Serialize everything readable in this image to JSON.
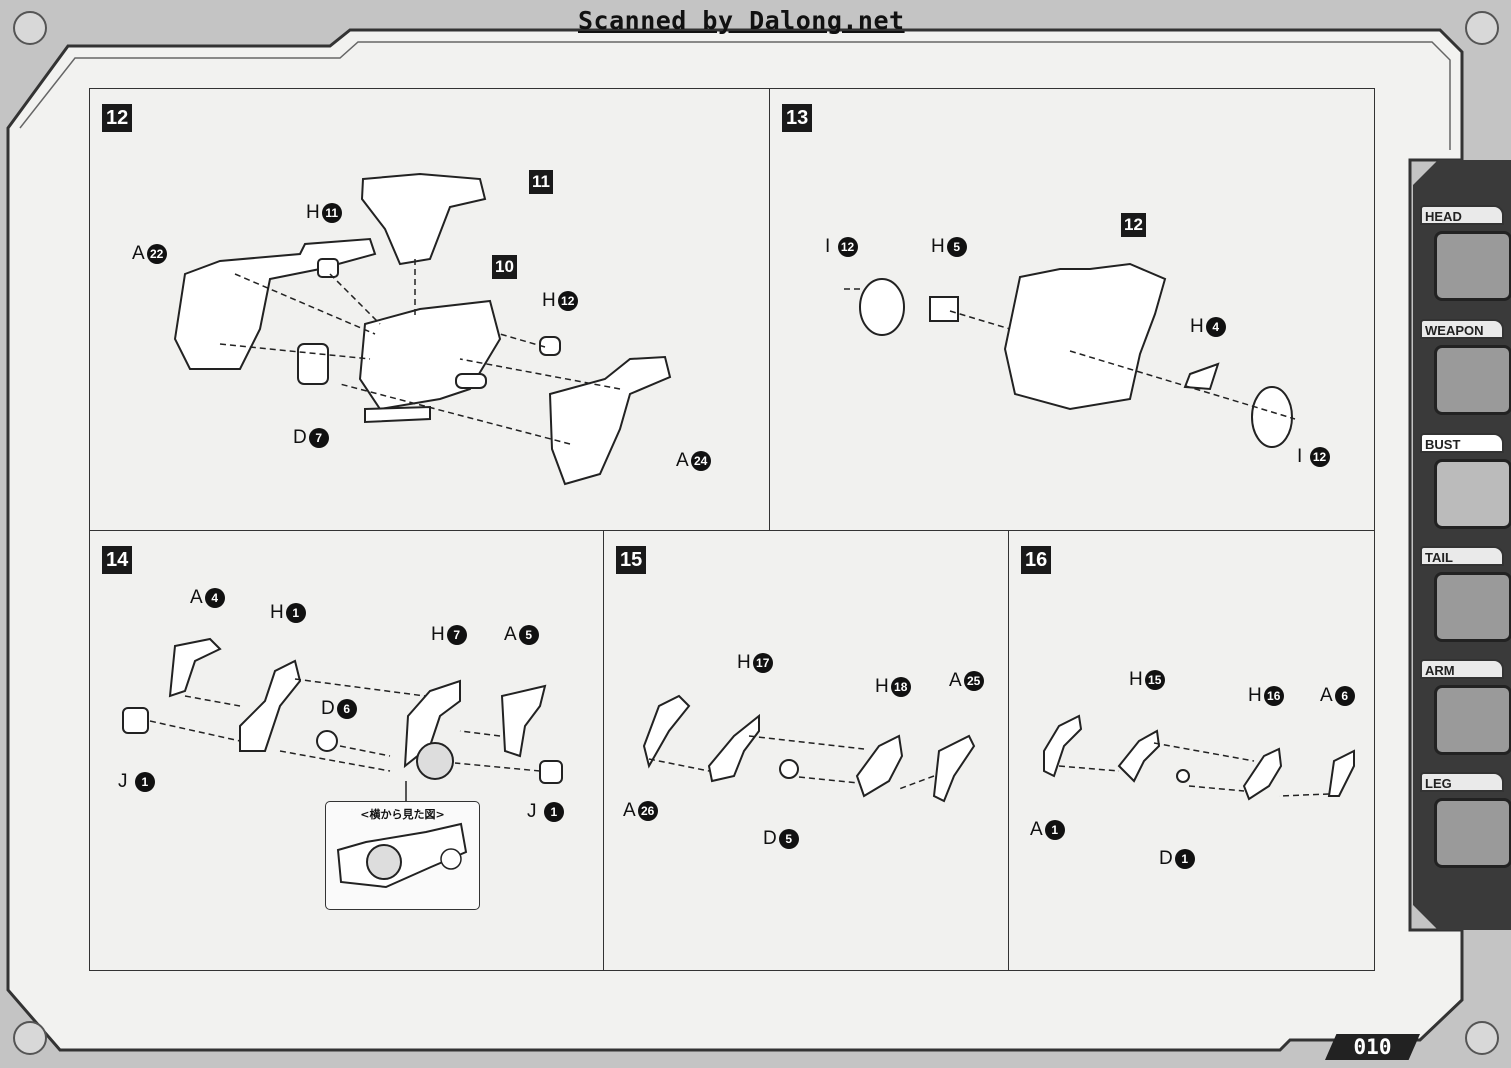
{
  "watermark": "Scanned by Dalong.net",
  "page_number": "010",
  "steps": [
    {
      "number": "12",
      "labels": [
        {
          "letter": "A",
          "num": "22"
        },
        {
          "letter": "H",
          "num": "11"
        },
        {
          "letter": "H",
          "num": "12"
        },
        {
          "letter": "D",
          "num": "7"
        },
        {
          "letter": "A",
          "num": "24"
        }
      ],
      "subassemblies": [
        "11",
        "10"
      ]
    },
    {
      "number": "13",
      "labels": [
        {
          "letter": "I",
          "num": "12"
        },
        {
          "letter": "H",
          "num": "5"
        },
        {
          "letter": "H",
          "num": "4"
        },
        {
          "letter": "I",
          "num": "12"
        }
      ],
      "subassemblies": [
        "12"
      ]
    },
    {
      "number": "14",
      "labels": [
        {
          "letter": "A",
          "num": "4"
        },
        {
          "letter": "H",
          "num": "1"
        },
        {
          "letter": "H",
          "num": "7"
        },
        {
          "letter": "A",
          "num": "5"
        },
        {
          "letter": "D",
          "num": "6"
        },
        {
          "letter": "J",
          "num": "1"
        },
        {
          "letter": "J",
          "num": "1"
        }
      ],
      "inset_caption": "<横から見た図>"
    },
    {
      "number": "15",
      "labels": [
        {
          "letter": "H",
          "num": "17"
        },
        {
          "letter": "H",
          "num": "18"
        },
        {
          "letter": "A",
          "num": "25"
        },
        {
          "letter": "A",
          "num": "26"
        },
        {
          "letter": "D",
          "num": "5"
        }
      ]
    },
    {
      "number": "16",
      "labels": [
        {
          "letter": "H",
          "num": "15"
        },
        {
          "letter": "H",
          "num": "16"
        },
        {
          "letter": "A",
          "num": "6"
        },
        {
          "letter": "A",
          "num": "1"
        },
        {
          "letter": "D",
          "num": "1"
        }
      ]
    }
  ],
  "side_tabs": [
    {
      "label": "HEAD",
      "icon": "head-part-icon"
    },
    {
      "label": "WEAPON",
      "icon": "weapon-part-icon"
    },
    {
      "label": "BUST",
      "icon": "bust-part-icon"
    },
    {
      "label": "TAIL",
      "icon": "tail-part-icon"
    },
    {
      "label": "ARM",
      "icon": "arm-part-icon"
    },
    {
      "label": "LEG",
      "icon": "leg-part-icon"
    }
  ]
}
